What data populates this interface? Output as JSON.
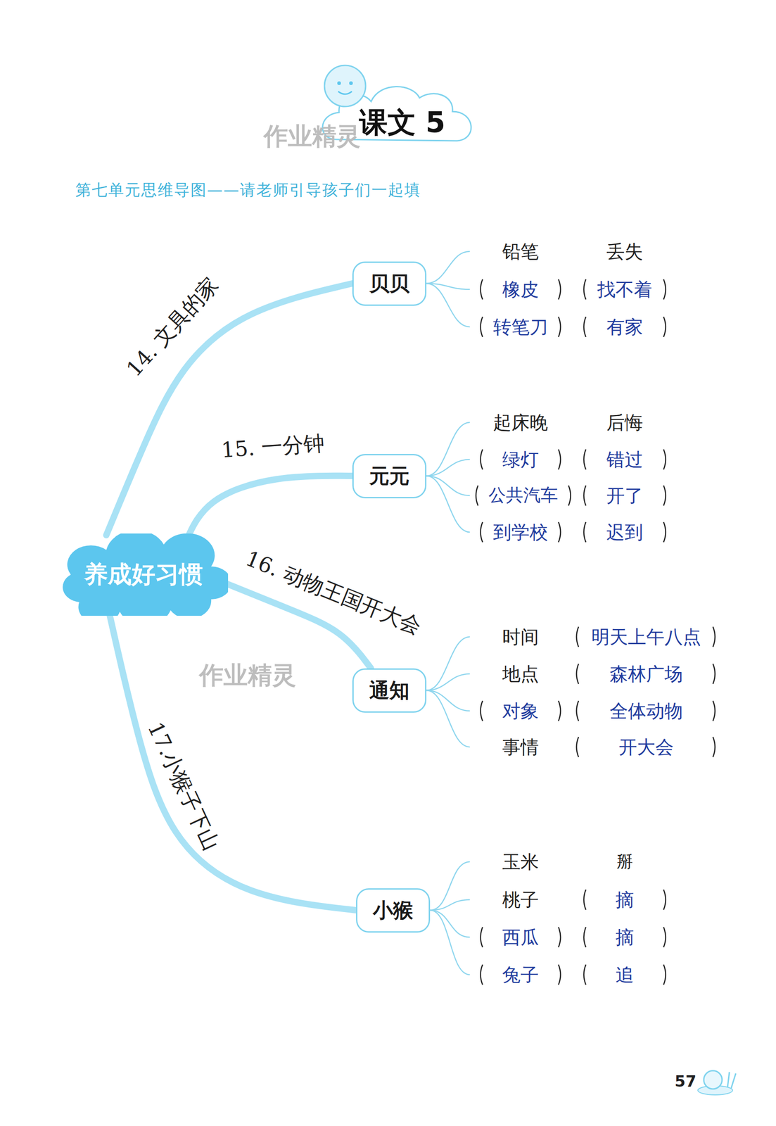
{
  "diagram": {
    "title": "课文 5",
    "nodes": [
      {
        "text": [
          "养成好习惯"
        ]
      },
      {
        "text": [
          "贝贝"
        ]
      },
      {
        "text": [
          "元元"
        ]
      },
      {
        "text": [
          "通知"
        ]
      },
      {
        "text": [
          "小猴"
        ]
      }
    ],
    "edges": [
      {
        "from": 0,
        "to": 1,
        "arrow": "none",
        "label": "14. 文具的家"
      },
      {
        "from": 0,
        "to": 2,
        "arrow": "none",
        "label": "15. 一分钟"
      },
      {
        "from": 0,
        "to": 3,
        "arrow": "none",
        "label": "16. 动物王国开大会"
      },
      {
        "from": 0,
        "to": 4,
        "arrow": "none",
        "label": "17.小猴子下山"
      }
    ],
    "labels": [
      "作业精灵",
      "第七单元思维导图——请老师引导孩子们一起填",
      "铅笔",
      "丢失",
      "橡皮",
      "找不着",
      "转笔刀",
      "有家",
      "起床晚",
      "后悔",
      "绿灯",
      "错过",
      "公共汽车",
      "开了",
      "到学校",
      "迟到",
      "时间",
      "明天上午八点",
      "地点",
      "森林广场",
      "对象",
      "全体动物",
      "事情",
      "开大会",
      "作业精灵",
      "玉米",
      "掰",
      "桃子",
      "摘",
      "西瓜",
      "摘",
      "兔子",
      "追",
      "57"
    ]
  }
}
